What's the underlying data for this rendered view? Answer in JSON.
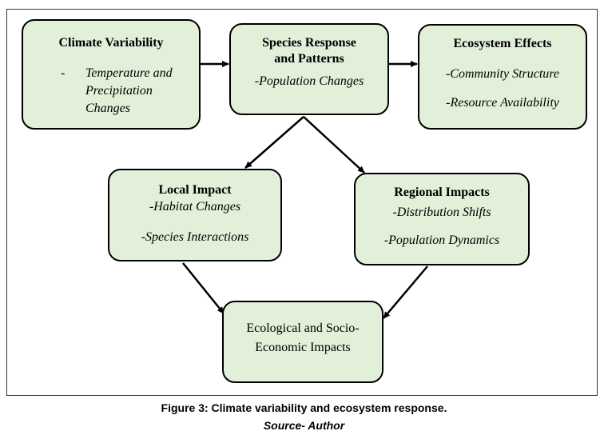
{
  "diagram": {
    "nodes": {
      "climate": {
        "title": "Climate Variability",
        "dash": "-",
        "items": [
          "Temperature and",
          "Precipitation",
          "Changes"
        ]
      },
      "species": {
        "title_line1": "Species Response",
        "title_line2": "and Patterns",
        "items": [
          "-Population Changes"
        ]
      },
      "ecosystem": {
        "title": "Ecosystem Effects",
        "items": [
          "-Community Structure",
          "-Resource Availability"
        ]
      },
      "local": {
        "title": "Local Impact",
        "items": [
          "-Habitat Changes",
          "-Species Interactions"
        ]
      },
      "regional": {
        "title": "Regional Impacts",
        "items": [
          "-Distribution Shifts",
          "-Population Dynamics"
        ]
      },
      "eco_socio": {
        "line1": "Ecological and Socio-",
        "line2": "Economic Impacts"
      }
    }
  },
  "caption": {
    "figure": "Figure 3: Climate variability and ecosystem response.",
    "source": "Source- Author"
  }
}
